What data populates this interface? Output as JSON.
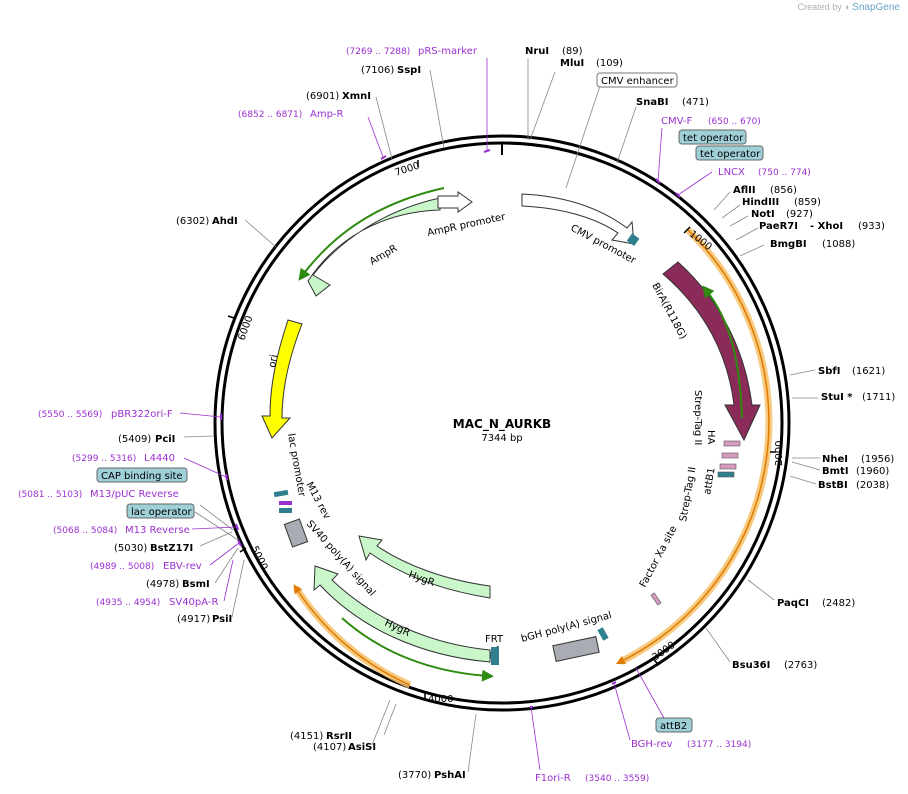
{
  "credit": {
    "prefix": "Created by",
    "brand": "SnapGene"
  },
  "plasmid": {
    "name": "MAC_N_AURKB",
    "size": "7344 bp"
  },
  "ticks": {
    "t1000": "1000",
    "t2000": "2000",
    "t3000": "3000",
    "t4000": "4000",
    "t5000": "5000",
    "t6000": "6000",
    "t7000": "7000"
  },
  "enzymes": {
    "nrui": {
      "name": "NruI",
      "pos": "(89)"
    },
    "mlui": {
      "name": "MluI",
      "pos": "(109)"
    },
    "snabi": {
      "name": "SnaBI",
      "pos": "(471)"
    },
    "aflii": {
      "name": "AflII",
      "pos": "(856)"
    },
    "hindiii": {
      "name": "HindIII",
      "pos": "(859)"
    },
    "noti": {
      "name": "NotI",
      "pos": "(927)"
    },
    "paer7i": {
      "name": "PaeR7I",
      "extra": "- XhoI",
      "pos": "(933)"
    },
    "bmgbi": {
      "name": "BmgBI",
      "pos": "(1088)"
    },
    "sbfi": {
      "name": "SbfI",
      "pos": "(1621)"
    },
    "stui": {
      "name": "StuI *",
      "pos": "(1711)"
    },
    "nhei": {
      "name": "NheI",
      "pos": "(1956)"
    },
    "bmti": {
      "name": "BmtI",
      "pos": "(1960)"
    },
    "bstbi": {
      "name": "BstBI",
      "pos": "(2038)"
    },
    "paqci": {
      "name": "PaqCI",
      "pos": "(2482)"
    },
    "bsu36i": {
      "name": "Bsu36I",
      "pos": "(2763)"
    },
    "pshai": {
      "name": "PshAI",
      "pos": "(3770)"
    },
    "rsrii": {
      "name": "RsrII",
      "pos": "(4151)"
    },
    "asisi": {
      "name": "AsiSI",
      "pos": "(4107)"
    },
    "psii": {
      "name": "PsiI",
      "pos": "(4917)"
    },
    "bsmi": {
      "name": "BsmI",
      "pos": "(4978)"
    },
    "bstz17i": {
      "name": "BstZ17I",
      "pos": "(5030)"
    },
    "pcii": {
      "name": "PciI",
      "pos": "(5409)"
    },
    "ahdi": {
      "name": "AhdI",
      "pos": "(6302)"
    },
    "xmni": {
      "name": "XmnI",
      "pos": "(6901)"
    },
    "sspi": {
      "name": "SspI",
      "pos": "(7106)"
    }
  },
  "primers": {
    "prs": {
      "coords": "(7269 .. 7288)",
      "name": "pRS-marker"
    },
    "ampr": {
      "coords": "(6852 .. 6871)",
      "name": "Amp-R"
    },
    "cmvf": {
      "name": "CMV-F",
      "coords": "(650 .. 670)"
    },
    "lncx": {
      "name": "LNCX",
      "coords": "(750 .. 774)"
    },
    "pbr": {
      "coords": "(5550 .. 5569)",
      "name": "pBR322ori-F"
    },
    "l4440": {
      "coords": "(5299 .. 5316)",
      "name": "L4440"
    },
    "m13puc": {
      "coords": "(5081 .. 5103)",
      "name": "M13/pUC Reverse"
    },
    "m13rev": {
      "coords": "(5068 .. 5084)",
      "name": "M13 Reverse"
    },
    "ebv": {
      "coords": "(4989 .. 5008)",
      "name": "EBV-rev"
    },
    "sv40pa": {
      "coords": "(4935 .. 4954)",
      "name": "SV40pA-R"
    },
    "bghrev": {
      "name": "BGH-rev",
      "coords": "(3177 .. 3194)"
    },
    "f1ori": {
      "name": "F1ori-R",
      "coords": "(3540 .. 3559)"
    }
  },
  "boxes": {
    "cmvenh": "CMV enhancer",
    "tet1": "tet operator",
    "tet2": "tet operator",
    "cap": "CAP binding site",
    "lacop": "lac operator",
    "attb2": "attB2"
  },
  "features": {
    "ampr_promoter": "AmpR promoter",
    "ampr": "AmpR",
    "cmv_promoter": "CMV promoter",
    "bira": "BirA(R118G)",
    "ori": "ori",
    "strep1": "Strep-Tag II",
    "ha": "HA",
    "strep2": "Strep-Tag II",
    "attb1": "attB1",
    "factorxa": "Factor Xa site",
    "lac_promoter": "lac promoter",
    "m13rev": "M13 rev",
    "sv40pa": "SV40 poly(A) signal",
    "hygr1": "HygR",
    "hygr2": "HygR",
    "frt": "FRT",
    "bgh": "bGH poly(A) signal"
  },
  "colors": {
    "primer": "#9b30d0",
    "highlight": "#f5c26b",
    "ampr": "#c9f7c9",
    "bira": "#8b2b5a",
    "ori": "#ffff00",
    "box_fill": "#9fd0d8",
    "teal": "#2f7f8f"
  }
}
